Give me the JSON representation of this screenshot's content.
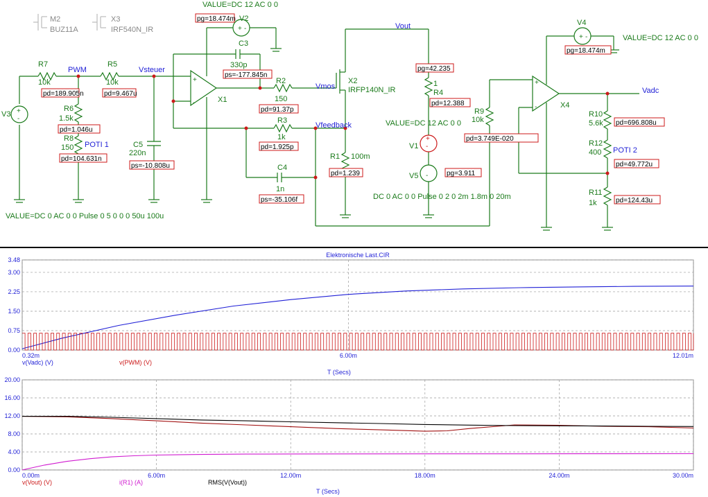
{
  "colors": {
    "wire": "#1a7a1a",
    "blue": "#1f1fd6",
    "red": "#cc1a1a",
    "box": "#cc1a1a",
    "black": "#000000",
    "grid": "#888888",
    "magenta": "#d01ad0",
    "darkred": "#a01010"
  },
  "schematic": {
    "ghost": {
      "m2_name": "M2",
      "m2_model": "BUZ11A",
      "x3_name": "X3",
      "x3_model": "IRF540N_IR"
    },
    "top_value": "VALUE=DC 12 AC 0 0",
    "v2_pg": "pg=18.474m",
    "v2": "V2",
    "c3": {
      "name": "C3",
      "value": "330p",
      "ann": "ps=-177.845n"
    },
    "r7": {
      "name": "R7",
      "value": "10k",
      "ann": "pd=189.905n"
    },
    "pwm": "PWM",
    "r5": {
      "name": "R5",
      "value": "10k",
      "ann": "pd=9.467u"
    },
    "vsteuer": "Vsteuer",
    "v3": "V3",
    "r6": {
      "name": "R6",
      "value": "1.5k",
      "ann": "pd=1.046u"
    },
    "r8": {
      "name": "R8",
      "value": "150",
      "extra": "POTI 1",
      "ann": "pd=104.631n"
    },
    "c5": {
      "name": "C5",
      "value": "220n",
      "ann": "ps=-10.808u"
    },
    "x1": "X1",
    "r2": {
      "name": "R2",
      "value": "150",
      "ann": "pd=91.37p"
    },
    "r3": {
      "name": "R3",
      "value": "1k",
      "ann": "pd=1.925p"
    },
    "c4": {
      "name": "C4",
      "value": "1n",
      "ann": "ps=-35.106f"
    },
    "vmos": "Vmos",
    "x2_name": "X2",
    "x2_model": "IRFP140N_IR",
    "vout": "Vout",
    "vfeedback": "Vfeedback",
    "r1": {
      "name": "R1",
      "value": "100m",
      "ann": "pd=1.239"
    },
    "r4": {
      "name": "R4",
      "value": "1",
      "ann": "pd=12.388",
      "pg": "pg=42.235"
    },
    "value_v1": "VALUE=DC 12 AC 0 0",
    "v1": "V1",
    "v5": "V5",
    "v5_pg": "pg=3.911",
    "v5_value": "DC 0 AC 0 0 Pulse 0 2 0 2m 1.8m 0 20m",
    "v3_value": "VALUE=DC 0 AC 0 0 Pulse 0 5 0 0 0 50u 100u",
    "v4": "V4",
    "v4_pg": "pg=18.474m",
    "v4_value": "VALUE=DC 12 AC 0 0",
    "r9": {
      "name": "R9",
      "value": "10k",
      "ann": "pd=3.749E-020"
    },
    "x4": "X4",
    "vadc": "Vadc",
    "r10": {
      "name": "R10",
      "value": "5.6k",
      "ann": "pd=696.808u"
    },
    "r12": {
      "name": "R12",
      "value": "400",
      "extra": "POTI 2",
      "ann": "pd=49.772u"
    },
    "r11": {
      "name": "R11",
      "value": "1k",
      "ann": "pd=124.43u"
    }
  },
  "plot1": {
    "title": "Elektronische Last.CIR",
    "yticks": [
      "3.48",
      "3.00",
      "2.25",
      "1.50",
      "0.75",
      "0.00"
    ],
    "xticks": [
      "0.32m",
      "6.00m",
      "12.01m"
    ],
    "xlabel": "T (Secs)",
    "legend1": "v(Vadc) (V)",
    "legend2": "v(PWM) (V)"
  },
  "plot2": {
    "yticks": [
      "20.00",
      "16.00",
      "12.00",
      "8.00",
      "4.00",
      "0.00"
    ],
    "xticks": [
      "0.00m",
      "6.00m",
      "12.00m",
      "18.00m",
      "24.00m",
      "30.00m"
    ],
    "xlabel": "T (Secs)",
    "legend1": "v(Vout) (V)",
    "legend2": "i(R1) (A)",
    "legend3": "RMS(V(Vout))"
  },
  "chart_data": [
    {
      "type": "line",
      "title": "Elektronische Last.CIR",
      "xlabel": "T (Secs)",
      "x_unit": "ms",
      "xlim": [
        0.32,
        12.01
      ],
      "ylim": [
        0,
        3.48
      ],
      "grid": true,
      "series": [
        {
          "name": "v(Vadc) (V)",
          "color": "#1f1fd6",
          "x": [
            0.32,
            1,
            2,
            3,
            4,
            5,
            6,
            7,
            8,
            9,
            10,
            11,
            12.01
          ],
          "y": [
            0.05,
            0.45,
            0.95,
            1.35,
            1.7,
            1.95,
            2.15,
            2.28,
            2.36,
            2.41,
            2.44,
            2.46,
            2.47
          ]
        },
        {
          "name": "v(PWM) (V)",
          "color": "#cc1a1a",
          "kind": "pwm",
          "low": 0.0,
          "high": 0.65,
          "period_ms": 0.1
        }
      ]
    },
    {
      "type": "line",
      "xlabel": "T (Secs)",
      "x_unit": "ms",
      "xlim": [
        0,
        30
      ],
      "ylim": [
        0,
        20
      ],
      "grid": true,
      "series": [
        {
          "name": "v(Vout) (V)",
          "color": "#a01010",
          "x": [
            0,
            2,
            4,
            6,
            8,
            10,
            12,
            14,
            16,
            18,
            19,
            20,
            22,
            24,
            26,
            28,
            30
          ],
          "y": [
            11.9,
            11.8,
            11.4,
            10.9,
            10.4,
            10.0,
            9.6,
            9.2,
            8.9,
            8.6,
            8.7,
            9.2,
            10.0,
            9.9,
            9.7,
            9.6,
            9.3
          ]
        },
        {
          "name": "RMS(V(Vout))",
          "color": "#000000",
          "x": [
            0,
            2,
            4,
            6,
            8,
            10,
            12,
            14,
            16,
            18,
            20,
            22,
            24,
            26,
            28,
            30
          ],
          "y": [
            11.9,
            11.9,
            11.7,
            11.4,
            11.1,
            10.9,
            10.7,
            10.5,
            10.3,
            10.1,
            9.95,
            9.85,
            9.8,
            9.75,
            9.7,
            9.65
          ]
        },
        {
          "name": "i(R1) (A)",
          "color": "#d01ad0",
          "x": [
            0,
            1,
            2,
            3,
            4,
            5,
            6,
            8,
            10,
            12,
            15,
            20,
            25,
            30
          ],
          "y": [
            0,
            1.1,
            1.9,
            2.5,
            2.9,
            3.15,
            3.3,
            3.45,
            3.52,
            3.55,
            3.57,
            3.58,
            3.6,
            3.62
          ]
        }
      ]
    }
  ]
}
